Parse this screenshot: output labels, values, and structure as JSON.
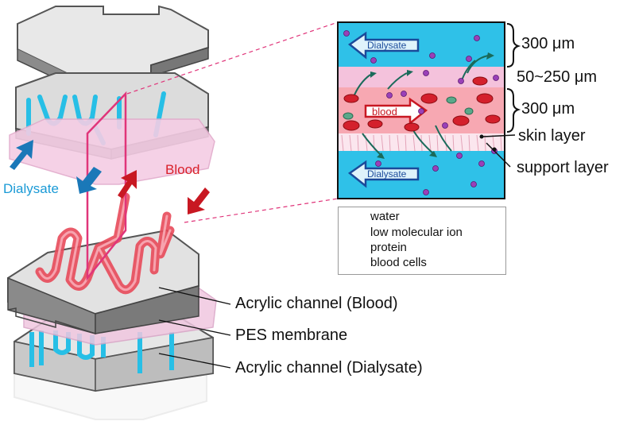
{
  "labels": {
    "dialysate_side": "Dialysate",
    "blood_side": "Blood",
    "inset_dialysate_top": "Dialysate",
    "inset_blood": "blood",
    "inset_dialysate_bottom": "Dialysate"
  },
  "dimensions": {
    "top_layer": "300 μm",
    "membrane": "50~250 μm",
    "blood_layer": "300 μm",
    "skin_layer": "skin layer",
    "support_layer": "support layer"
  },
  "components": {
    "blood_channel": "Acrylic channel (Blood)",
    "membrane": "PES membrane",
    "dialysate_channel": "Acrylic channel (Dialysate)"
  },
  "legend": {
    "water": "water",
    "ion": "low molecular ion",
    "protein": "protein",
    "cells": "blood cells"
  },
  "colors": {
    "dialysate": "#27bfe6",
    "blood_channel": "#e84a5a",
    "membrane": "#f2b8d8",
    "arrow_blue": "#1a78b8",
    "arrow_red": "#c81822",
    "connector": "#e0357a"
  }
}
